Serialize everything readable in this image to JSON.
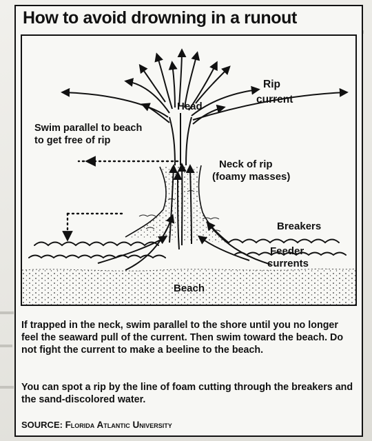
{
  "title": "How to avoid drowning in a runout",
  "diagram": {
    "labels": {
      "head": "Head",
      "rip_line1": "Rip",
      "rip_line2": "current",
      "swim_line1": "Swim parallel to beach",
      "swim_line2": "to get free of rip",
      "neck_line1": "Neck of rip",
      "neck_line2": "(foamy masses)",
      "breakers": "Breakers",
      "feeder_line1": "Feeder",
      "feeder_line2": "currents",
      "beach": "Beach"
    }
  },
  "text": {
    "paragraph1": "If trapped in the neck, swim parallel to the shore until you no longer feel the seaward pull of the current. Then swim toward the beach. Do not fight the current to make a beeline to the beach.",
    "paragraph2": "You can spot a rip by the line of foam cutting through the breakers and the sand-discolored water."
  },
  "source": {
    "prefix": "SOURCE: ",
    "name": "Florida Atlantic University"
  },
  "colors": {
    "ink": "#111111",
    "paper": "#f7f7f4"
  }
}
